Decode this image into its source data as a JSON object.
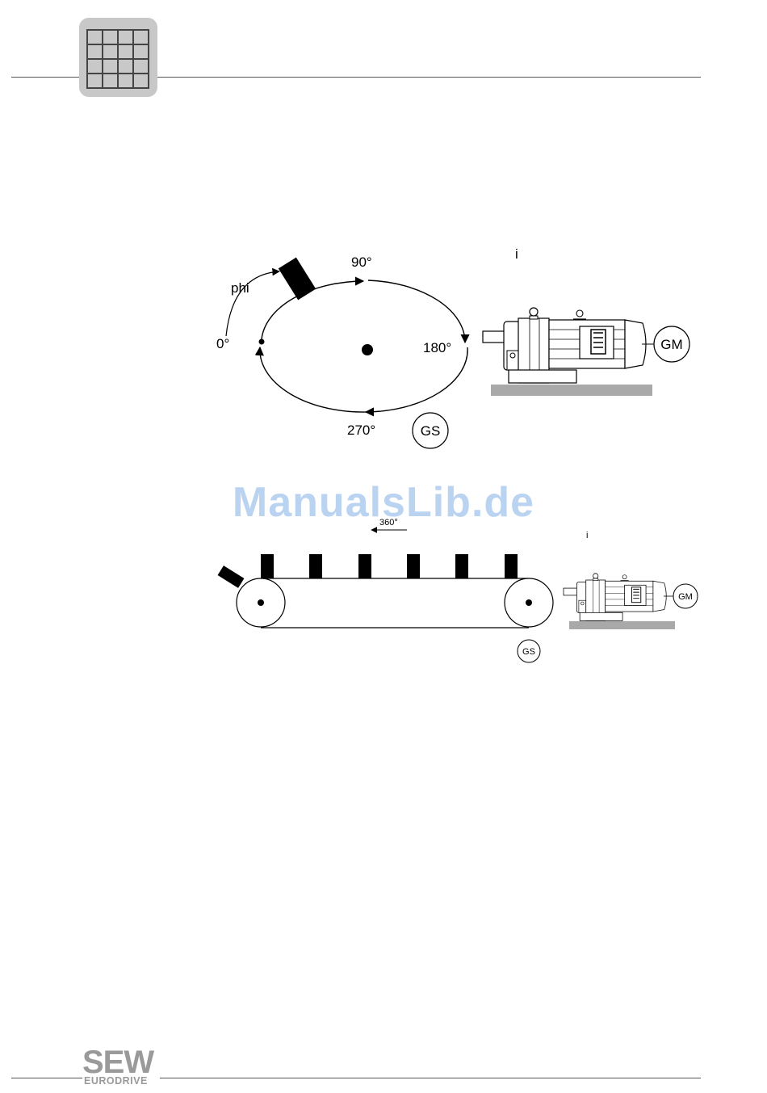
{
  "header": {
    "chapter_icon": "grid-icon"
  },
  "diagram_ellipse": {
    "label_0": "0°",
    "label_90": "90°",
    "label_180": "180°",
    "label_270": "270°",
    "label_phi": "phi",
    "label_gs": "GS",
    "label_gm": "GM",
    "label_i": "i"
  },
  "diagram_belt": {
    "label_360": "360°",
    "label_gs": "GS",
    "label_gm": "GM",
    "label_i": "i"
  },
  "watermark": "ManualsLib.de",
  "footer": {
    "brand_top": "SEW",
    "brand_bottom": "EURODRIVE"
  }
}
